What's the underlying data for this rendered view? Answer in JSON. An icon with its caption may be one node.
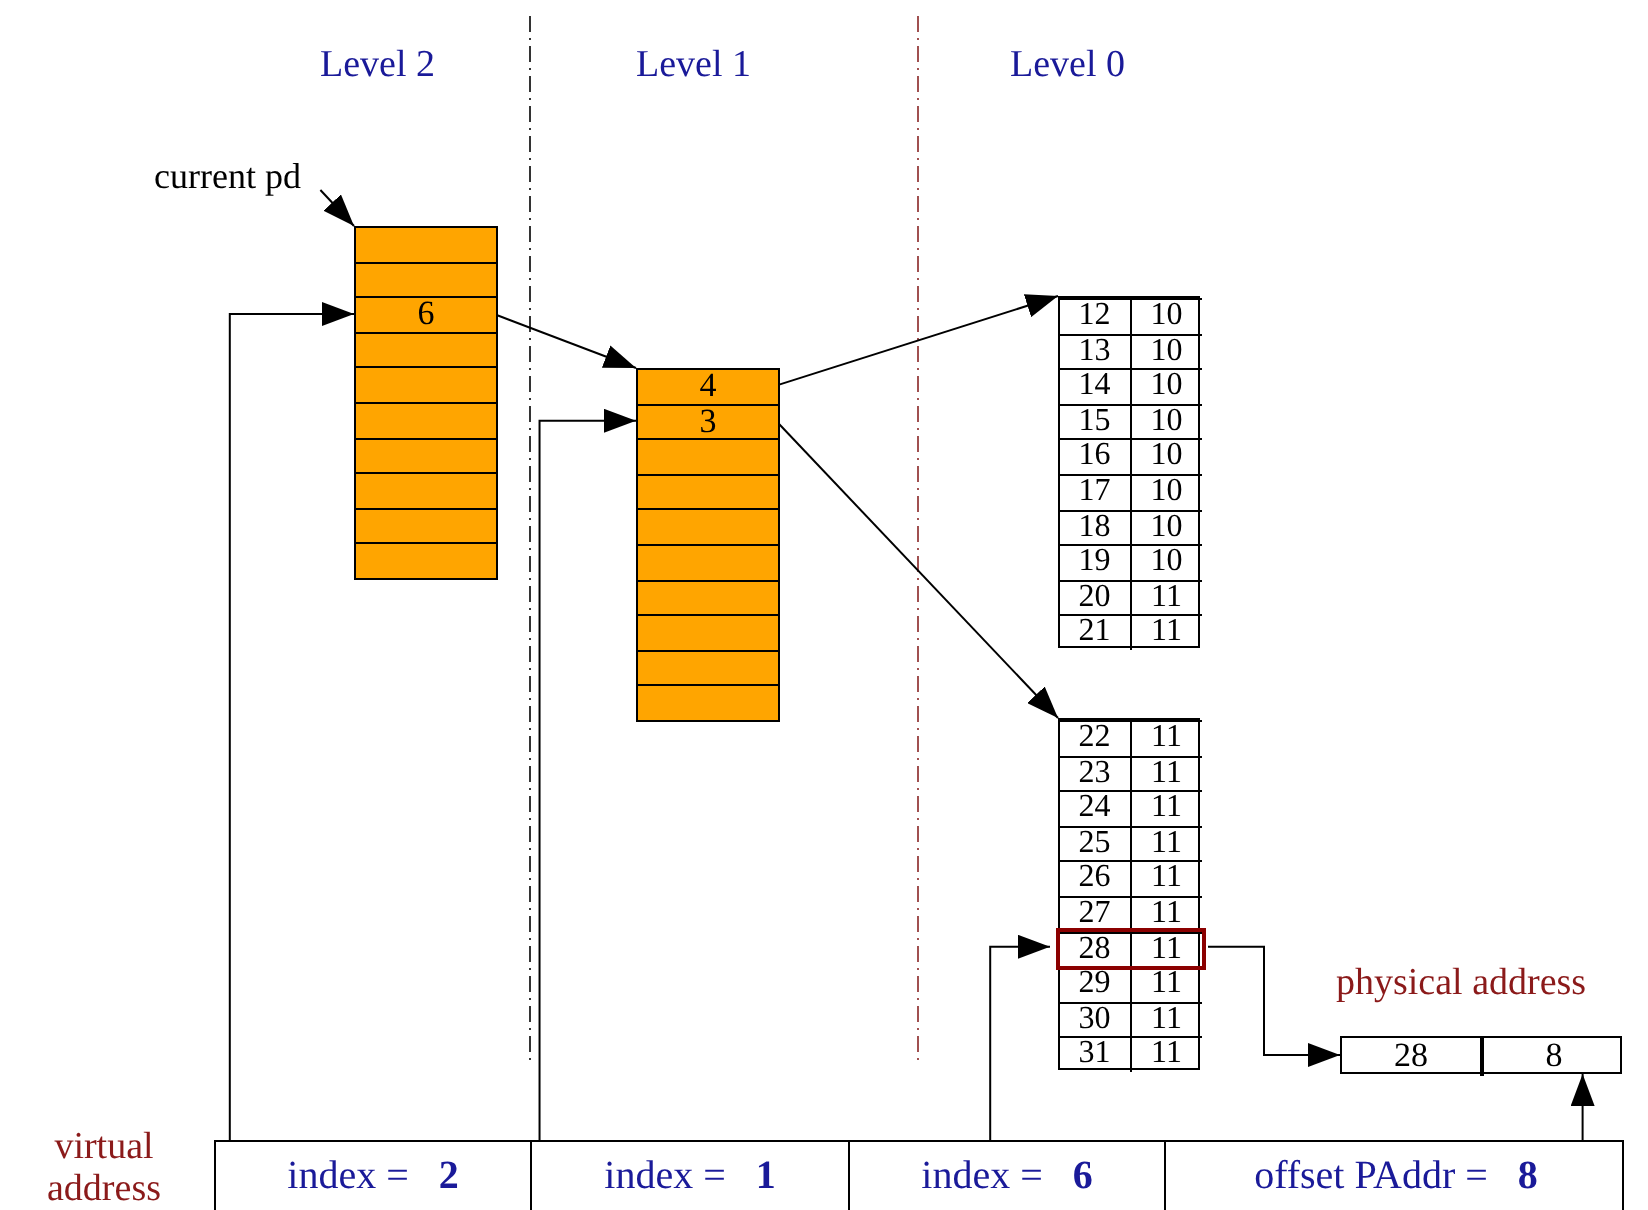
{
  "diagram": {
    "nodes": [
      {
        "text": [
          "current pd"
        ]
      },
      {
        "text": [],
        "shape": "box"
      },
      {
        "text": [],
        "shape": "box",
        "in": 1
      },
      {
        "text": [],
        "shape": "box",
        "in": 1
      },
      {
        "text": [
          "6"
        ],
        "in": 1
      },
      {
        "text": [],
        "shape": "box",
        "in": 1
      },
      {
        "text": [],
        "shape": "box",
        "in": 1
      },
      {
        "text": [],
        "shape": "box",
        "in": 1
      },
      {
        "text": [],
        "shape": "box",
        "in": 1
      },
      {
        "text": [],
        "shape": "box",
        "in": 1
      },
      {
        "text": [],
        "shape": "box",
        "in": 1
      },
      {
        "text": [],
        "shape": "box",
        "in": 1
      },
      {
        "text": [],
        "shape": "box"
      },
      {
        "text": [
          "4"
        ],
        "in": 12
      },
      {
        "text": [
          "3"
        ],
        "in": 12
      },
      {
        "text": [],
        "shape": "box",
        "in": 12
      },
      {
        "text": [],
        "shape": "box",
        "in": 12
      },
      {
        "text": [],
        "shape": "box",
        "in": 12
      },
      {
        "text": [],
        "shape": "box",
        "in": 12
      },
      {
        "text": [],
        "shape": "box",
        "in": 12
      },
      {
        "text": [],
        "shape": "box",
        "in": 12
      },
      {
        "text": [],
        "shape": "box",
        "in": 12
      },
      {
        "text": [],
        "shape": "box",
        "in": 12
      },
      {
        "text": [],
        "shape": "box"
      },
      {
        "text": [
          "12",
          "10"
        ],
        "in": 23
      },
      {
        "text": [
          "13",
          "10"
        ],
        "in": 23
      },
      {
        "text": [
          "14",
          "10"
        ],
        "in": 23
      },
      {
        "text": [
          "15",
          "10"
        ],
        "in": 23
      },
      {
        "text": [
          "16",
          "10"
        ],
        "in": 23
      },
      {
        "text": [
          "17",
          "10"
        ],
        "in": 23
      },
      {
        "text": [
          "18",
          "10"
        ],
        "in": 23
      },
      {
        "text": [
          "19",
          "10"
        ],
        "in": 23
      },
      {
        "text": [
          "20",
          "11"
        ],
        "in": 23
      },
      {
        "text": [
          "21",
          "11"
        ],
        "in": 23
      },
      {
        "text": [],
        "shape": "box"
      },
      {
        "text": [
          "22",
          "11"
        ],
        "in": 34
      },
      {
        "text": [
          "23",
          "11"
        ],
        "in": 34
      },
      {
        "text": [
          "24",
          "11"
        ],
        "in": 34
      },
      {
        "text": [
          "25",
          "11"
        ],
        "in": 34
      },
      {
        "text": [
          "26",
          "11"
        ],
        "in": 34
      },
      {
        "text": [
          "27",
          "11"
        ],
        "in": 34
      },
      {
        "text": [
          "28",
          "11"
        ],
        "in": 34
      },
      {
        "text": [
          "29",
          "11"
        ],
        "in": 34
      },
      {
        "text": [
          "30",
          "11"
        ],
        "in": 34
      },
      {
        "text": [
          "31",
          "11"
        ],
        "in": 34
      },
      {
        "text": [],
        "shape": "box",
        "beside": [
          "physical address"
        ]
      },
      {
        "text": [
          "28"
        ],
        "in": 45
      },
      {
        "text": [
          "8"
        ],
        "in": 45
      },
      {
        "text": [],
        "shape": "box",
        "beside": [
          "virtual address"
        ]
      },
      {
        "text": [
          "index = **2**"
        ],
        "in": 48
      },
      {
        "text": [
          "index = **1**"
        ],
        "in": 48
      },
      {
        "text": [
          "index = **6**"
        ],
        "in": 48
      },
      {
        "text": [
          "offset PAddr = **8**"
        ],
        "in": 48
      }
    ],
    "edges": [
      {
        "from": 0,
        "to": 1,
        "arrow": "to"
      },
      {
        "from": 49,
        "to": 4,
        "arrow": "to"
      },
      {
        "from": 4,
        "to": 12,
        "arrow": "to"
      },
      {
        "from": 50,
        "to": 14,
        "arrow": "to"
      },
      {
        "from": 13,
        "to": 23,
        "arrow": "to"
      },
      {
        "from": 14,
        "to": 34,
        "arrow": "to"
      },
      {
        "from": 51,
        "to": 41,
        "arrow": "to"
      },
      {
        "from": 41,
        "to": 46,
        "arrow": "to"
      },
      {
        "from": 52,
        "to": 47,
        "arrow": "to"
      }
    ],
    "labels": [
      "Level 2",
      "Level 1",
      "Level 0"
    ]
  }
}
